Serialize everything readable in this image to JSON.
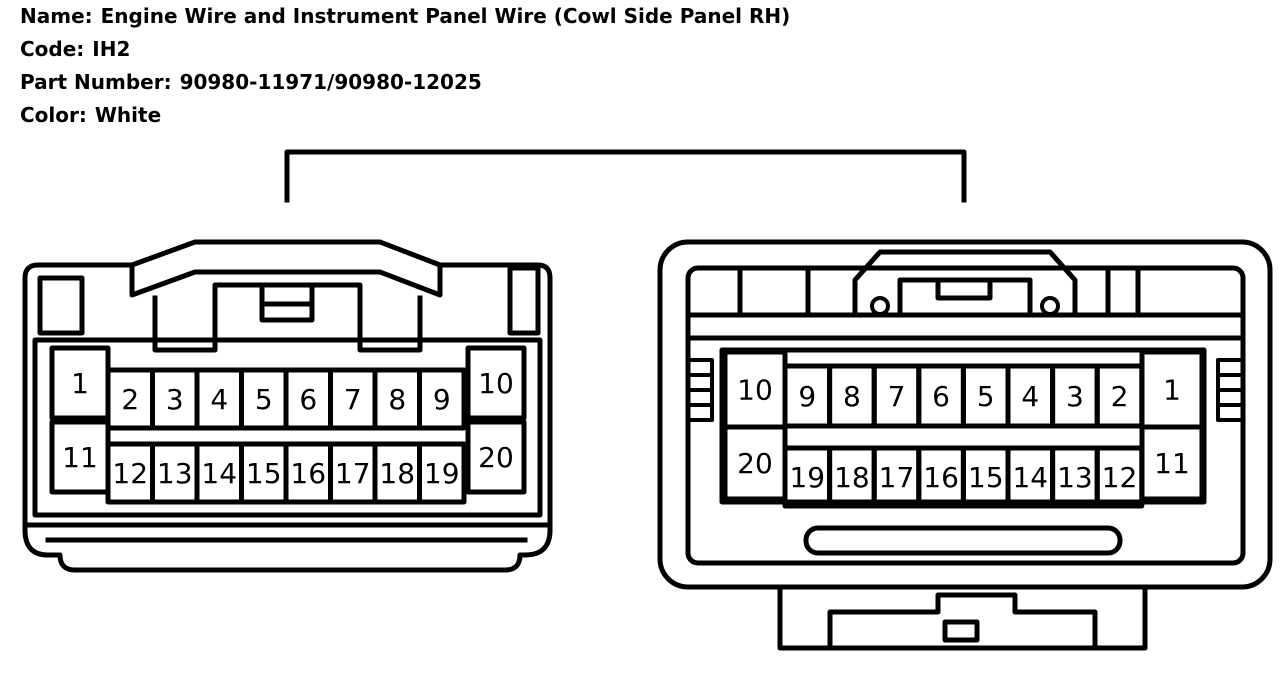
{
  "header": {
    "name_label": "Name:",
    "name_value": "Engine Wire and Instrument Panel Wire (Cowl Side Panel RH)",
    "code_label": "Code:",
    "code_value": "IH2",
    "part_label": "Part Number:",
    "part_value": "90980-11971/90980-12025",
    "color_label": "Color:",
    "color_value": "White"
  },
  "connector_left": {
    "top_row": [
      "1",
      "2",
      "3",
      "4",
      "5",
      "6",
      "7",
      "8",
      "9",
      "10"
    ],
    "bottom_row": [
      "11",
      "12",
      "13",
      "14",
      "15",
      "16",
      "17",
      "18",
      "19",
      "20"
    ]
  },
  "connector_right": {
    "top_row": [
      "10",
      "9",
      "8",
      "7",
      "6",
      "5",
      "4",
      "3",
      "2",
      "1"
    ],
    "bottom_row": [
      "20",
      "19",
      "18",
      "17",
      "16",
      "15",
      "14",
      "13",
      "12",
      "11"
    ]
  },
  "colors": {
    "line": "#000000",
    "background": "#ffffff"
  }
}
